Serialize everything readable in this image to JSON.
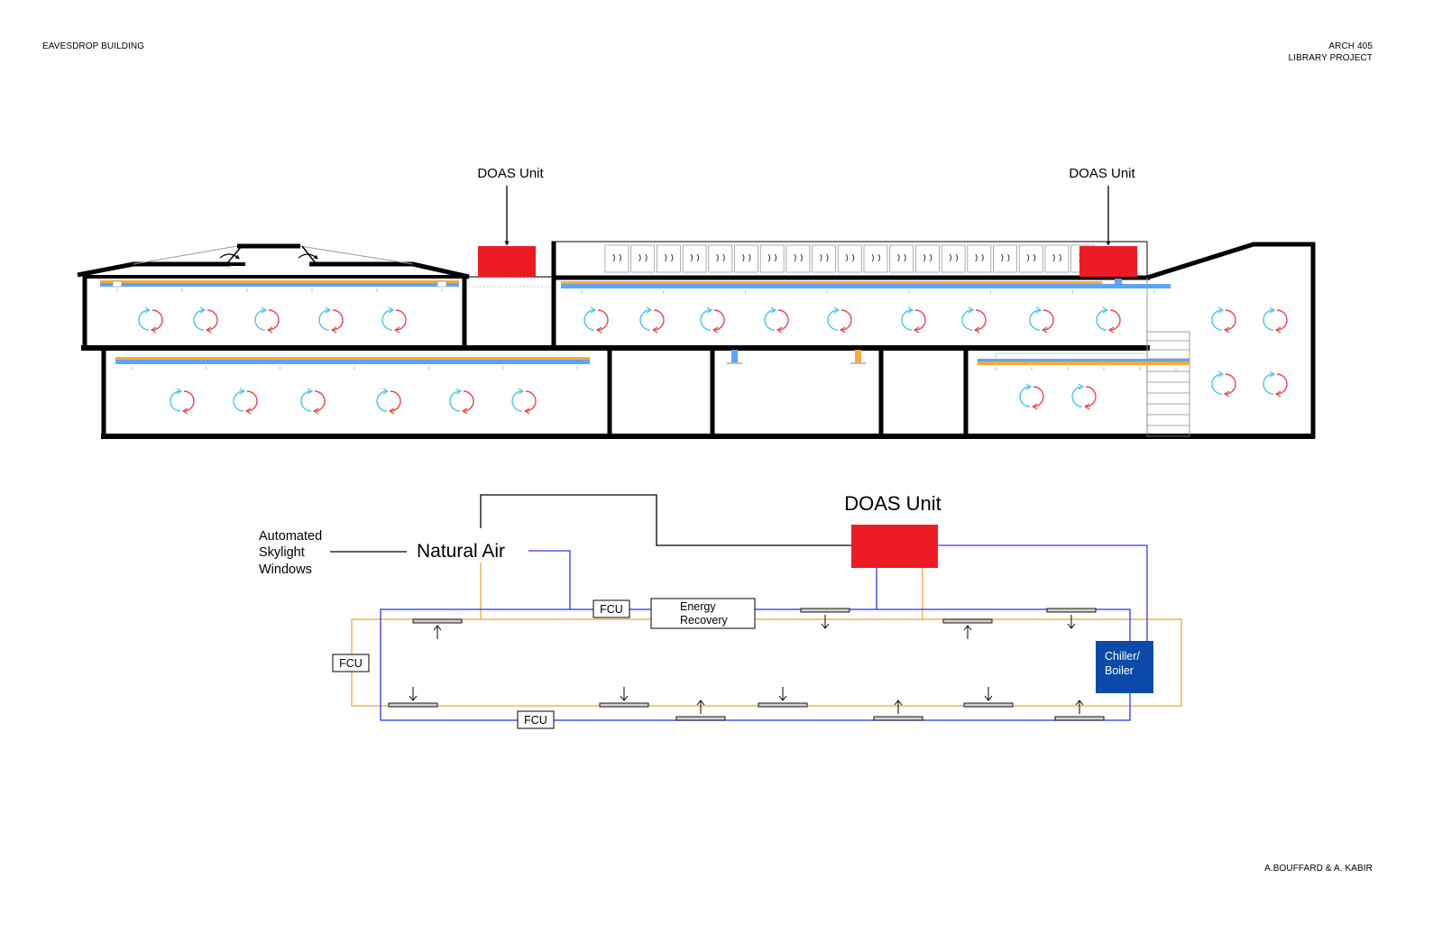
{
  "header": {
    "building": "EAVESDROP BUILDING",
    "course": "ARCH 405",
    "project": "LIBRARY PROJECT"
  },
  "footer": {
    "authors": "A.BOUFFARD & A. KABIR"
  },
  "section": {
    "doas_left_label": "DOAS Unit",
    "doas_right_label": "DOAS Unit"
  },
  "schematic": {
    "doas_label": "DOAS Unit",
    "natural_air_label": "Natural Air",
    "skylight_label": [
      "Automated",
      "Skylight",
      "Windows"
    ],
    "fcu_top": "FCU",
    "fcu_left": "FCU",
    "fcu_bottom": "FCU",
    "energy_recovery": [
      "Energy",
      "Recovery"
    ],
    "chiller_boiler": [
      "Chiller/",
      "Boiler"
    ]
  },
  "colors": {
    "doas_red": "#ed1c24",
    "cool_blue": "#5aa6f5",
    "warm_orange": "#f7a93a",
    "circ_cyan": "#4cc6e8",
    "circ_red": "#ef4444",
    "blue_loop": "#2e3be0",
    "orange_loop": "#f6a53b",
    "chiller_navy": "#0b4aa8"
  },
  "icons": {
    "circulation": "circulation-arrows-icon",
    "supply_diffuser": "supply-diffuser-icon",
    "return_diffuser": "return-diffuser-icon"
  }
}
